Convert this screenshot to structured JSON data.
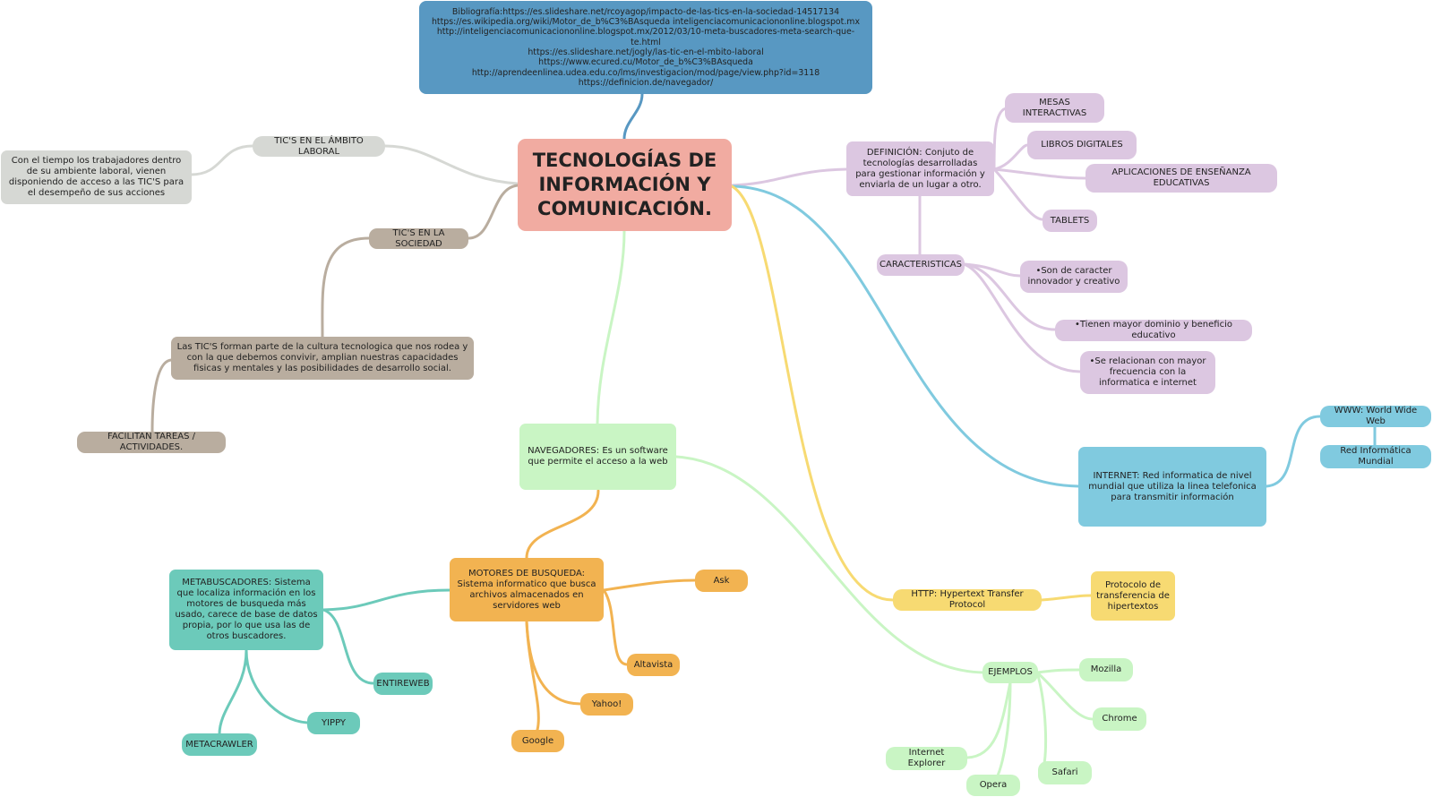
{
  "map": {
    "central_topic": "TECNOLOGÍAS DE INFORMACIÓN Y COMUNICACIÓN.",
    "bibliography": {
      "lines": [
        "Bibliografía:https://es.slideshare.net/rcoyagop/impacto-de-las-tics-en-la-sociedad-14517134",
        "https://es.wikipedia.org/wiki/Motor_de_b%C3%BAsqueda inteligenciacomunicaciononline.blogspot.mx",
        "http://inteligenciacomunicaciononline.blogspot.mx/2012/03/10-meta-buscadores-meta-search-que-te.html",
        "https://es.slideshare.net/jogly/las-tic-en-el-mbito-laboral",
        "https://www.ecured.cu/Motor_de_b%C3%BAsqueda",
        "http://aprendeenlinea.udea.edu.co/lms/investigacion/mod/page/view.php?id=3118",
        "https://definicion.de/navegador/"
      ]
    },
    "laboral": {
      "label": "TIC'S EN EL ÁMBITO LABORAL",
      "detail": "Con el tiempo los trabajadores dentro de su ambiente laboral, vienen disponiendo de acceso a las TIC'S para el desempeño de sus acciones"
    },
    "sociedad": {
      "label": "TIC'S EN LA SOCIEDAD",
      "detail": "Las TIC'S forman parte de la cultura tecnologica que nos rodea y con la que debemos convivir, amplian nuestras capacidades fisicas y mentales y las posibilidades de desarrollo social.",
      "facilitan": "FACILITAN TAREAS / ACTIVIDADES."
    },
    "definicion": {
      "label": "DEFINICIÓN: Conjuto de tecnologías desarrolladas para gestionar información y enviarla de un lugar a otro.",
      "items": [
        "MESAS INTERACTIVAS",
        "LIBROS DIGITALES",
        "APLICACIONES DE ENSEÑANZA EDUCATIVAS",
        "TABLETS"
      ]
    },
    "caracteristicas": {
      "label": "CARACTERISTICAS",
      "items": [
        "•Son de caracter innovador y creativo",
        "•Tienen mayor dominio y beneficio educativo",
        "•Se relacionan con mayor frecuencia con la informatica e internet"
      ]
    },
    "internet": {
      "label": "INTERNET: Red informatica de nivel mundial que utiliza la linea telefonica para transmitir información",
      "items": [
        "WWW: World Wide Web",
        "Red Informática Mundial"
      ]
    },
    "http": {
      "label": "HTTP: Hypertext Transfer Protocol",
      "detail": "Protocolo de transferencia de hipertextos"
    },
    "navegadores": {
      "label": "NAVEGADORES: Es un software que permite el acceso a la web",
      "ejemplos": "EJEMPLOS",
      "items": [
        "Mozilla",
        "Chrome",
        "Safari",
        "Opera",
        "Internet Explorer"
      ]
    },
    "motores": {
      "label": "MOTORES DE BUSQUEDA: Sistema informatico que busca archivos almacenados en servidores web",
      "items": [
        "Ask",
        "Altavista",
        "Yahoo!",
        "Google"
      ]
    },
    "metabuscadores": {
      "label": "METABUSCADORES: Sistema que localiza información en los motores de busqueda más usado, carece de base de datos propia, por lo que usa las de otros buscadores.",
      "items": [
        "ENTIREWEB",
        "YIPPY",
        "METACRAWLER"
      ]
    },
    "colors": {
      "bibliography": "#5898c2",
      "central": "#f1aba1",
      "laboral": "#d6d8d4",
      "sociedad": "#b9ad9f",
      "definicion": "#dcc7e1",
      "internet": "#80cadf",
      "http": "#f7da72",
      "navegadores": "#c9f5c4",
      "motores": "#f2b351",
      "metabuscadores": "#6ccaba"
    }
  }
}
